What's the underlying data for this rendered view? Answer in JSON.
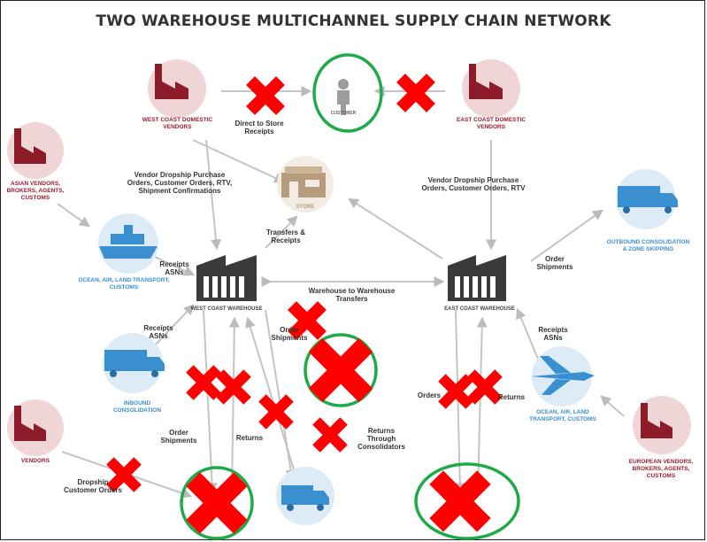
{
  "title": "TWO WAREHOUSE MULTICHANNEL SUPPLY CHAIN NETWORK",
  "nodes": {
    "west_vendors": "WEST COAST DOMESTIC VENDORS",
    "customer": "CUSTOMER",
    "east_vendors": "EAST COAST DOMESTIC VENDORS",
    "asian_vendors": "ASIAN VENDORS, BROKERS, AGENTS, CUSTOMS",
    "store": "STORE",
    "ocean_west": "OCEAN, AIR, LAND TRANSPORT, CUSTOMS",
    "outbound": "OUTBOUND CONSOLIDATION & ZONE SKIPPING",
    "west_wh": "WEST COAST WAREHOUSE",
    "east_wh": "EAST COAST WAREHOUSE",
    "inbound": "INBOUND CONSOLIDATION",
    "ocean_east": "OCEAN, AIR, LAND TRANSPORT, CUSTOMS",
    "vendors": "VENDORS",
    "european_vendors": "EUROPEAN VENDORS, BROKERS, AGENTS, CUSTOMS"
  },
  "flows": {
    "direct_store": "Direct to Store Receipts",
    "vendor_dropship_west": "Vendor Dropship Purchase Orders, Customer Orders, RTV, Shipment Confirmations",
    "vendor_dropship_east": "Vendor Dropship Purchase Orders, Customer Orders, RTV",
    "transfers": "Transfers & Receipts",
    "receipts_asns_west": "Receipts ASNs",
    "order_shipments_east": "Order Shipments",
    "wh_to_wh": "Warehouse to Warehouse Transfers",
    "receipts_asns_inbound": "Receipts ASNs",
    "order_shipments_mid": "Order Shipments",
    "receipts_asns_east": "Receipts ASNs",
    "order_shipments_west": "Order Shipments",
    "returns_west": "Returns",
    "returns_through": "Returns Through Consolidators",
    "orders_east": "Orders",
    "returns_east": "Returns",
    "dropship_customer": "Dropship Customer Orders"
  }
}
